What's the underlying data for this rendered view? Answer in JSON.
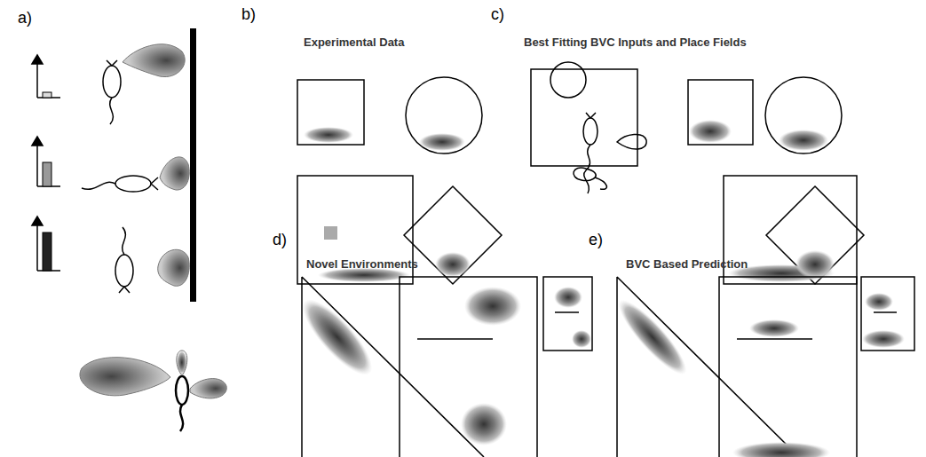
{
  "diagram": {
    "labels": [
      "a)",
      "b)",
      "c)",
      "Experimental Data",
      "Best Fitting BVC Inputs and Place Fields",
      "d)",
      "e)",
      "Novel Environments",
      "BVC Based Prediction"
    ]
  }
}
